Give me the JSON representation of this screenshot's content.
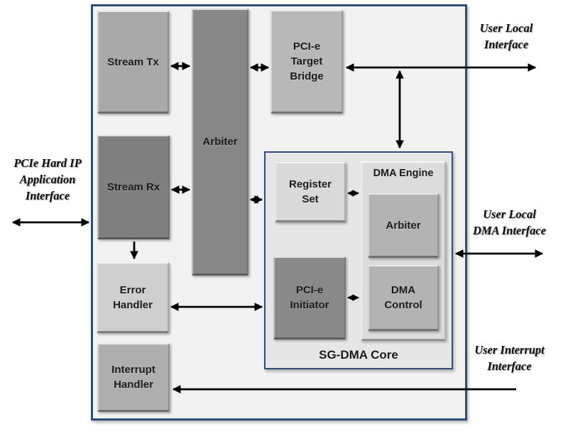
{
  "blocks": {
    "stream_tx": "Stream Tx",
    "stream_rx": "Stream Rx",
    "arbiter": "Arbiter",
    "target_bridge": "PCI-e\nTarget\nBridge",
    "error_handler": "Error\nHandler",
    "interrupt_handler": "Interrupt\nHandler",
    "register_set": "Register\nSet",
    "dma_engine": "DMA Engine",
    "dma_arbiter": "Arbiter",
    "dma_control": "DMA\nControl",
    "pcie_initiator": "PCI-e\nInitiator",
    "sgdma_core": "SG-DMA Core"
  },
  "interfaces": {
    "user_local": "User Local\nInterface",
    "pcie_hard_ip": "PCIe Hard IP\nApplication\nInterface",
    "user_local_dma": "User Local\nDMA Interface",
    "user_interrupt": "User Interrupt\nInterface"
  },
  "colors": {
    "frame_border": "#2e4d7b",
    "outer_fill": "#f2f2f2",
    "sgdma_fill": "#e6e6e6",
    "block_light": "#d9d9d9",
    "block_medium": "#b3b3b3",
    "block_dark": "#7f7f7f",
    "arrow": "#000000"
  }
}
